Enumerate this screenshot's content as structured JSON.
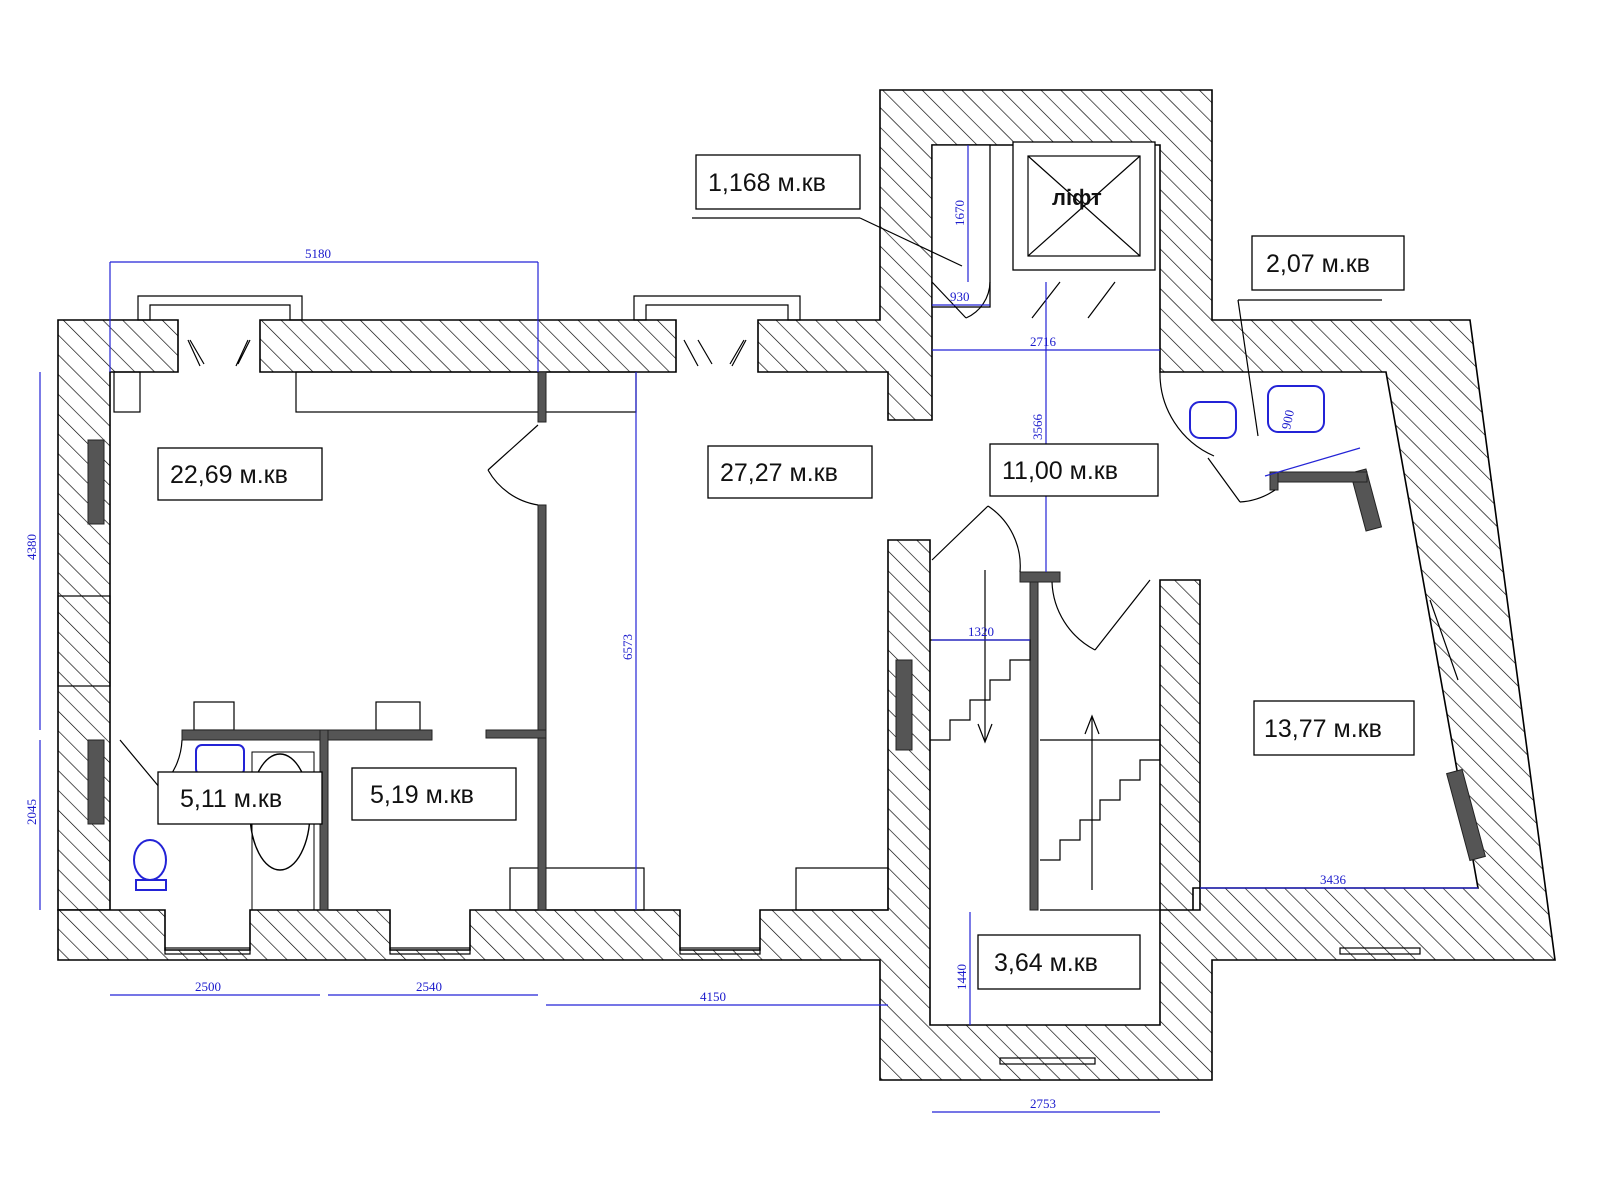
{
  "plan": {
    "rooms": [
      {
        "id": "room-a",
        "area": "22,69 м.кв"
      },
      {
        "id": "room-b",
        "area": "27,27 м.кв"
      },
      {
        "id": "hall",
        "area": "11,00 м.кв"
      },
      {
        "id": "closet",
        "area": "1,168 м.кв"
      },
      {
        "id": "wc",
        "area": "2,07 м.кв"
      },
      {
        "id": "room-c",
        "area": "13,77 м.кв"
      },
      {
        "id": "bath-1",
        "area": "5,11 м.кв"
      },
      {
        "id": "bath-2",
        "area": "5,19 м.кв"
      },
      {
        "id": "stair-landing",
        "area": "3,64 м.кв"
      }
    ],
    "lift_label": "ліфт",
    "dimensions": {
      "top_5180": "5180",
      "left_4380": "4380",
      "left_2045": "2045",
      "bottom_2500": "2500",
      "bottom_2540": "2540",
      "bottom_4150": "4150",
      "vert_6573": "6573",
      "closet_1670": "1670",
      "closet_930": "930",
      "hall_2716": "2716",
      "hall_3566": "3566",
      "stair_1320": "1320",
      "wc_900": "900",
      "right_3436": "3436",
      "landing_1440": "1440",
      "landing_2753": "2753"
    },
    "colors": {
      "dimension": "#2323d6",
      "wall": "#000000",
      "partition": "#555555"
    }
  }
}
